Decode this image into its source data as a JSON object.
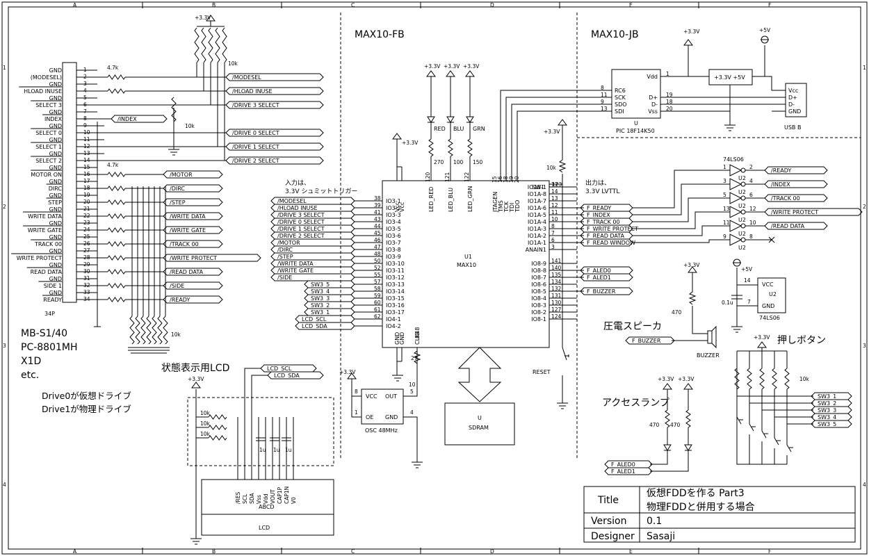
{
  "frame": {
    "columns": [
      "A",
      "B",
      "C",
      "D",
      "E",
      "F"
    ],
    "rows": [
      "1",
      "2",
      "3",
      "4"
    ]
  },
  "sections": {
    "fb": "MAX10-FB",
    "jb": "MAX10-JB",
    "lcd": "状態表示用LCD",
    "input_note": [
      "入力は、",
      "3.3V シュミットトリガー"
    ],
    "output_note": [
      "出力は、",
      "3.3V LVTTL"
    ],
    "speaker": "圧電スピーカ",
    "button": "押しボタン",
    "lamp": "アクセスランプ"
  },
  "machines": [
    "MB-S1/40",
    "PC-8801MH",
    "X1D",
    "etc."
  ],
  "drive_note": [
    "Drive0が仮想ドライブ",
    "Drive1が物理ドライブ"
  ],
  "connector": {
    "name": "34P",
    "left_labels": [
      "GND",
      "(MODESEL)",
      "GND",
      "HLOAD INUSE",
      "GND",
      "SELECT 3",
      "GND",
      "INDEX",
      "GND",
      "SELECT 0",
      "GND",
      "SELECT 1",
      "GND",
      "SELECT 2",
      "GND",
      "MOTOR ON",
      "GND",
      "DIRC",
      "GND",
      "STEP",
      "GND",
      "WRITE DATA",
      "GND",
      "WRITE GATE",
      "GND",
      "TRACK 00",
      "GND",
      "WRITE PROTECT",
      "GND",
      "READ DATA",
      "GND",
      "SIDE 1",
      "GND",
      "READY"
    ],
    "pins": [
      "1",
      "2",
      "3",
      "4",
      "5",
      "6",
      "7",
      "8",
      "9",
      "10",
      "11",
      "12",
      "13",
      "14",
      "15",
      "16",
      "17",
      "18",
      "19",
      "20",
      "21",
      "22",
      "23",
      "24",
      "25",
      "26",
      "27",
      "28",
      "29",
      "30",
      "31",
      "32",
      "33",
      "34"
    ]
  },
  "resistors": {
    "r47": "4.7k",
    "r10k": "10k",
    "r270": "270",
    "r100": "100",
    "r150": "150",
    "r27": "27",
    "r10": "10",
    "r470": "470",
    "c1u": "1u",
    "c01u": "0.1u"
  },
  "net_flags_left": [
    "/MODESEL",
    "/HLOAD INUSE",
    "/DRIVE 3 SELECT",
    "/INDEX",
    "/DRIVE 0 SELECT",
    "/DRIVE 1 SELECT",
    "/DRIVE 2 SELECT",
    "/MOTOR",
    "/DIRC",
    "/STEP",
    "/WRITE DATA",
    "/WRITE GATE",
    "/TRACK 00",
    "/WRITE PROTECT",
    "/READ DATA",
    "/SIDE",
    "/READY"
  ],
  "max10": {
    "ref": "U1",
    "name": "MAX10",
    "left_inputs": [
      "/MODESEL",
      "/HLOAD INUSE",
      "/DRIVE 3 SELECT",
      "/DRIVE 0 SELECT",
      "/DRIVE 1 SELECT",
      "/DRIVE 2 SELECT",
      "/MOTOR",
      "/DIRC",
      "/STEP",
      "/WRITE DATA",
      "/WRITE GATE",
      "/SIDE",
      "SW3_5",
      "SW3_4",
      "SW3_3",
      "SW3_2",
      "SW3_1",
      "LCD_SCL",
      "LCD_SDA"
    ],
    "left_pins": [
      "IO3-1",
      "IO3-2",
      "IO3-3",
      "IO3-4",
      "IO3-5",
      "IO3-6",
      "IO3-7",
      "IO3-8",
      "IO3-9",
      "IO3-10",
      "IO3-11",
      "IO3-12",
      "IO3-13",
      "IO3-14",
      "IO3-15",
      "IO3-16",
      "IO3-17",
      "IO4-1",
      "IO4-2"
    ],
    "left_nums": [
      "38",
      "39",
      "41",
      "43",
      "44",
      "45",
      "46",
      "47",
      "48",
      "50",
      "52",
      "55",
      "57",
      "58",
      "59",
      "60",
      "61",
      "62"
    ],
    "right_pins": [
      "IO1B-1",
      "IO1A-8",
      "IO1A-7",
      "IO1A-6",
      "IO1A-5",
      "IO1A-4",
      "IO1A-3",
      "IO1A-2",
      "IO1A-1",
      "ANAIN1",
      "IO8-9",
      "IO8-8",
      "IO8-7",
      "IO8-6",
      "IO8-5",
      "IO8-4",
      "IO8-3",
      "IO8-2",
      "IO8-1"
    ],
    "right_nums": [
      "17",
      "14",
      "13",
      "12",
      "11",
      "10",
      "8",
      "7",
      "6",
      "3",
      "141",
      "140",
      "135",
      "134",
      "132",
      "131",
      "130",
      "127",
      "124"
    ],
    "right_nets": [
      "F_READY",
      "F_INDEX",
      "F_TRACK 00",
      "F_WRITE PROTECT",
      "F_READ DATA",
      "F_READ WINDOW",
      "F_ALED0",
      "F_ALED1",
      "F_BUZZER"
    ],
    "top_pins": [
      "Vcc",
      "Vcc",
      "LED_RED",
      "LED_BLU",
      "LED_GRN",
      "JTAGEN",
      "TMS",
      "TCK",
      "TDI",
      "TDO",
      "SW1"
    ],
    "top_nums": [
      "120",
      "121",
      "122",
      "15",
      "16",
      "18",
      "19",
      "20",
      "123"
    ],
    "bottom_pins": [
      "GND",
      "GND",
      "CLK48"
    ],
    "bottom_nums": [
      "88"
    ],
    "led_labels": [
      "RED",
      "BLU",
      "GRN"
    ]
  },
  "pic": {
    "ref": "U",
    "name": "PIC 18F14K50",
    "pins": [
      "RC6",
      "SCK",
      "SDO",
      "SDI",
      "Vdd",
      "D+",
      "D-",
      "Vss"
    ],
    "nums": [
      "8",
      "11",
      "9",
      "13",
      "1",
      "19",
      "18",
      "20"
    ]
  },
  "usb": {
    "name": "USB B",
    "pins": [
      "Vcc",
      "D+",
      "D-",
      "GND"
    ]
  },
  "regulator": "+3.3V +5V",
  "rails": {
    "v33": "+3.3V",
    "v5": "+5V"
  },
  "buffer": {
    "name": "74LS06",
    "ref": "U2",
    "nums_in": [
      "1",
      "3",
      "5",
      "13",
      "11",
      "9"
    ],
    "nums_out": [
      "2",
      "4",
      "6",
      "12",
      "10",
      "8"
    ],
    "outputs": [
      "/READY",
      "/INDEX",
      "/TRACK 00",
      "/WRITE PROTECT",
      "/READ DATA"
    ],
    "power": [
      "VCC",
      "GND"
    ],
    "power_nums": [
      "14",
      "7"
    ]
  },
  "osc": {
    "name": "OSC 48MHz",
    "pins": [
      "VCC",
      "OUT",
      "OE",
      "GND"
    ],
    "nums": [
      "8",
      "5",
      "1",
      "4"
    ]
  },
  "sdram": {
    "ref": "U",
    "name": "SDRAM"
  },
  "lcd_part": {
    "name": "LCD",
    "code": "ABCD",
    "pins": [
      "/RES",
      "SCL",
      "SDA",
      "Vss",
      "Vdd",
      "VOUT",
      "CAP1P",
      "CAP1N",
      "V0"
    ],
    "nets": [
      "LCD_SCL",
      "LCD_SDA"
    ]
  },
  "buzzer": {
    "name": "BUZZER",
    "net": "F_BUZZER"
  },
  "reset": "RESET",
  "sw_nets": [
    "SW3_1",
    "SW3_2",
    "SW3_3",
    "SW3_4",
    "SW3_5"
  ],
  "aled_nets": [
    "F_ALED0",
    "F_ALED1"
  ],
  "title_block": {
    "title_label": "Title",
    "title_lines": [
      "仮想FDDを作る Part3",
      "物理FDDと併用する場合"
    ],
    "version_label": "Version",
    "version": "0.1",
    "designer_label": "Designer",
    "designer": "Sasaji"
  }
}
